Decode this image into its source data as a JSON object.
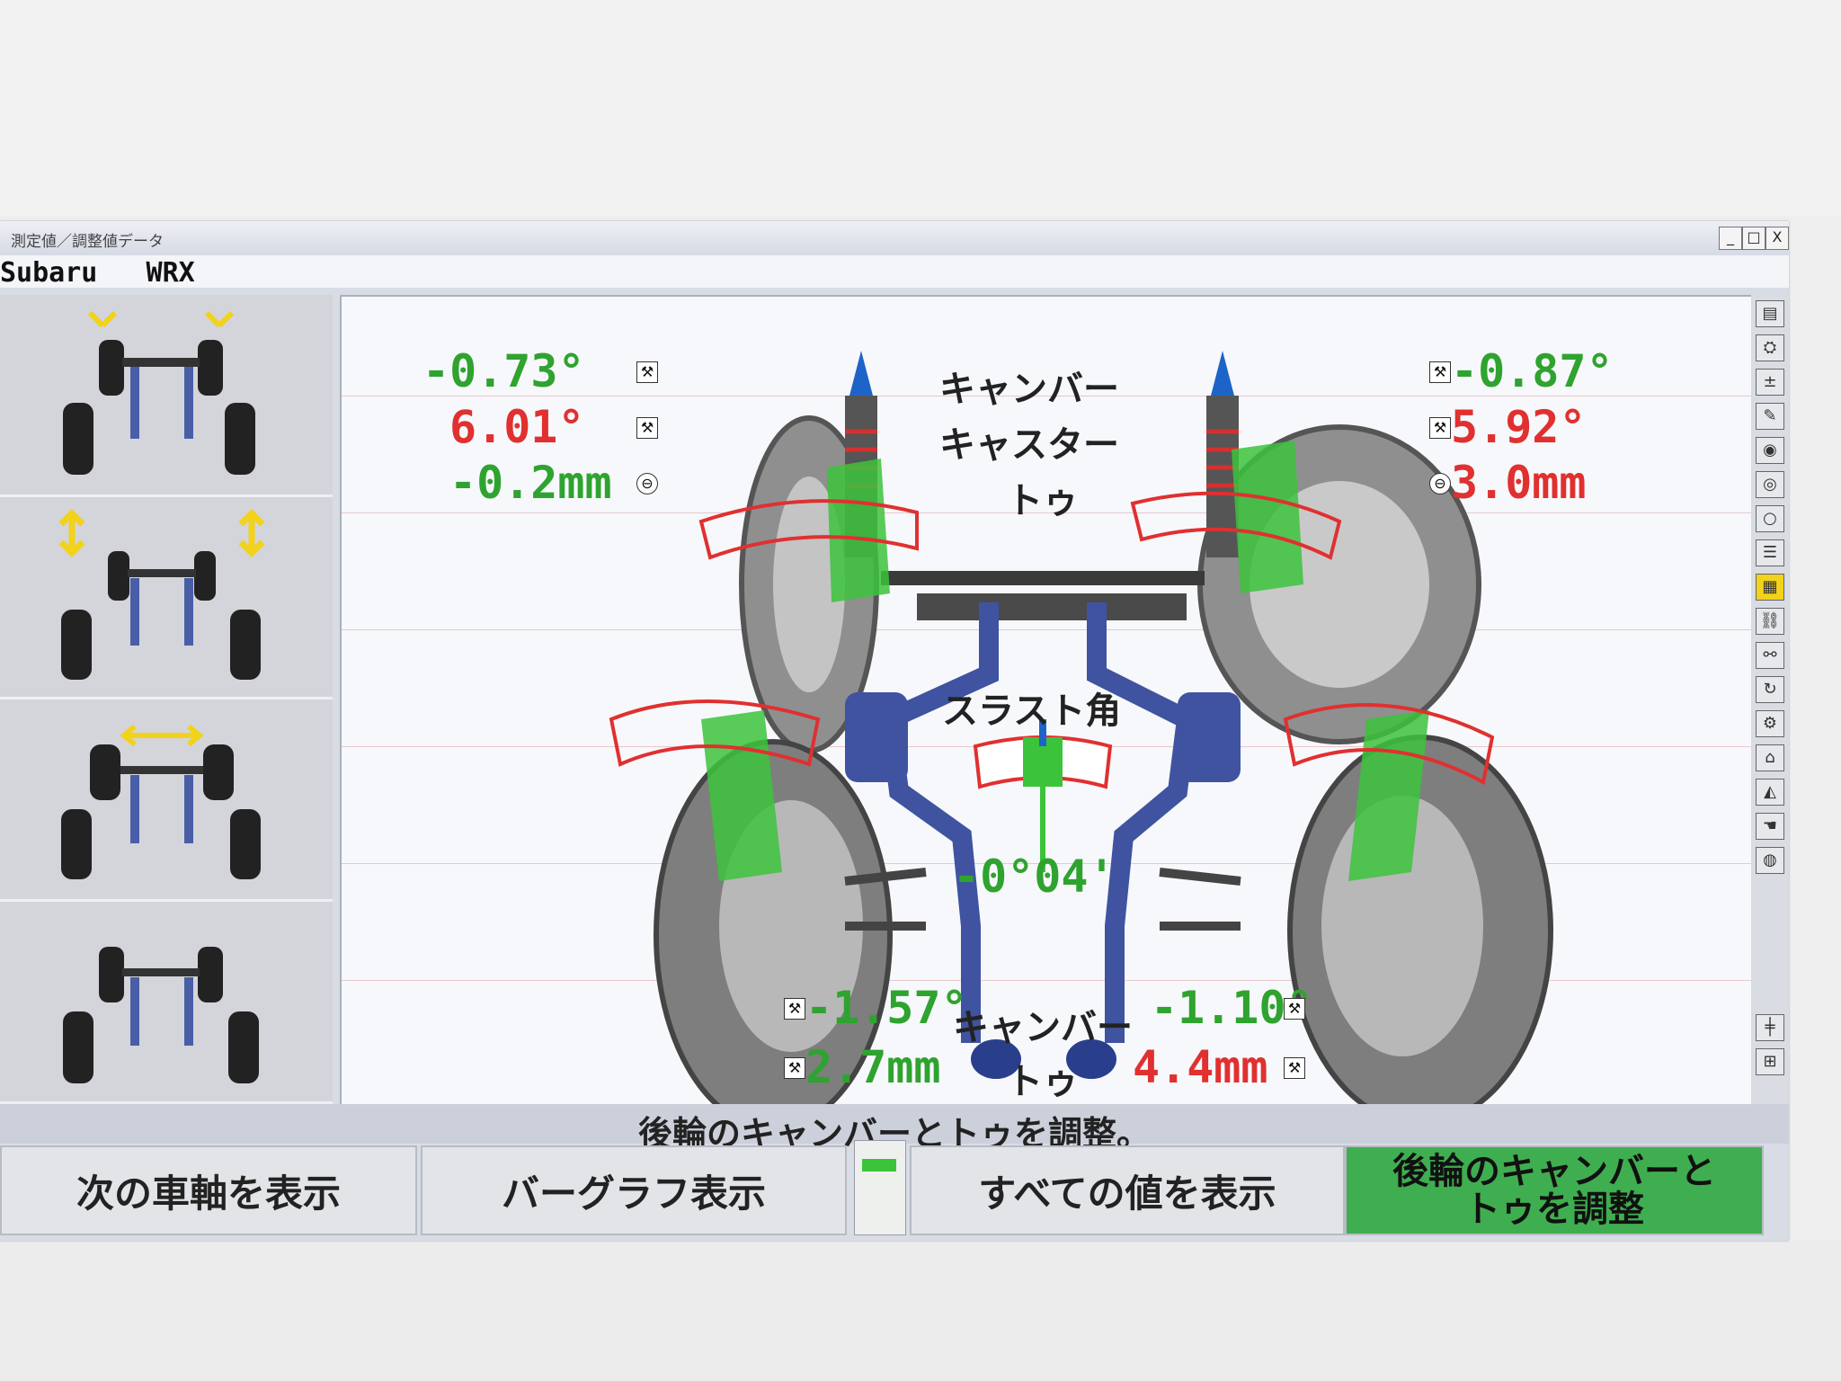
{
  "window": {
    "title": "測定値／調整値データ",
    "controls": {
      "minimize": "_",
      "maximize": "□",
      "close": "X"
    }
  },
  "vehicle": {
    "name": "Subaru   WRX"
  },
  "axle_thumbnails": [
    {
      "name": "front-axle-camber"
    },
    {
      "name": "front-axle-height"
    },
    {
      "name": "front-axle-toe"
    },
    {
      "name": "rear-axle"
    }
  ],
  "front": {
    "labels": {
      "camber": "キャンバー",
      "caster": "キャスター",
      "toe": "トゥ"
    },
    "left": {
      "camber": "-0.73°",
      "caster": "6.01°",
      "toe": "-0.2mm",
      "camber_status": "green",
      "caster_status": "red",
      "toe_status": "green"
    },
    "right": {
      "camber": "-0.87°",
      "caster": "5.92°",
      "toe": "3.0mm",
      "camber_status": "green",
      "caster_status": "red",
      "toe_status": "red"
    }
  },
  "thrust": {
    "label": "スラスト角",
    "value": "-0°04'",
    "status": "green"
  },
  "rear": {
    "labels": {
      "camber": "キャンバー",
      "toe": "トゥ"
    },
    "left": {
      "camber": "-1.57°",
      "toe": "2.7mm",
      "camber_status": "green",
      "toe_status": "green"
    },
    "right": {
      "camber": "-1.10°",
      "toe": "4.4mm",
      "camber_status": "green",
      "toe_status": "red"
    }
  },
  "status_message": "後輪のキャンバーとトゥを調整。",
  "buttons": {
    "next_axle": "次の車軸を表示",
    "bar_graph": "バーグラフ表示",
    "show_all": "すべての値を表示",
    "adjust_line1": "後輪のキャンバーと",
    "adjust_line2": "トゥを調整"
  },
  "icons": {
    "adjust": "wrench-icon",
    "steering": "steering-wheel-icon"
  },
  "colors": {
    "in_spec": "#2fa32f",
    "out_of_spec": "#e03030",
    "active_button": "#3fae50"
  }
}
